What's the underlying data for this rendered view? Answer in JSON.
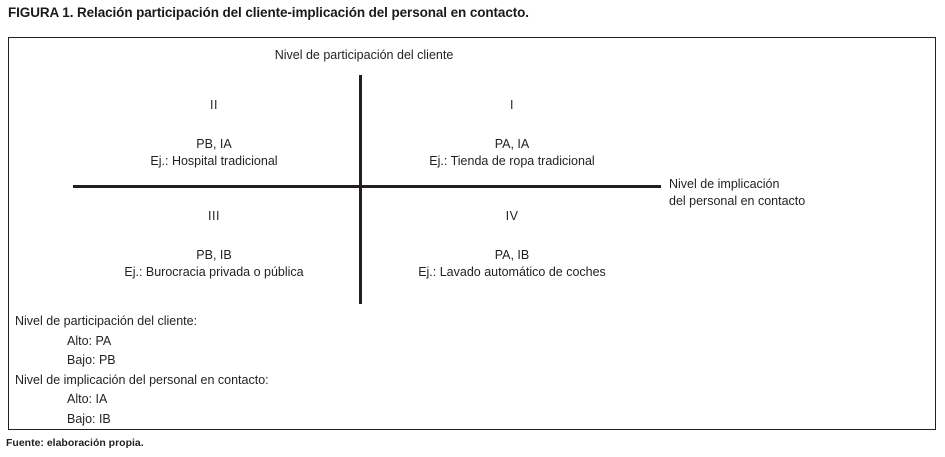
{
  "figure": {
    "caption": "FIGURA 1. Relación participación del cliente-implicación del personal en contacto.",
    "source_note": "Fuente: elaboración propia."
  },
  "axes": {
    "top_label": "Nivel de participación del cliente",
    "right_label_line1": "Nivel de implicación",
    "right_label_line2": "del personal en contacto"
  },
  "quadrants": [
    {
      "roman": "II",
      "codes": "PB, IA",
      "example": "Ej.: Hospital tradicional"
    },
    {
      "roman": "I",
      "codes": "PA, IA",
      "example": "Ej.: Tienda de ropa tradicional"
    },
    {
      "roman": "III",
      "codes": "PB, IB",
      "example": "Ej.: Burocracia privada o pública"
    },
    {
      "roman": "IV",
      "codes": "PA, IB",
      "example": "Ej.: Lavado automático de coches"
    }
  ],
  "legend": {
    "group1_heading": "Nivel de participación del cliente:",
    "group1_high": "Alto: PA",
    "group1_low": "Bajo: PB",
    "group2_heading": "Nivel de implicación del personal en contacto:",
    "group2_high": "Alto: IA",
    "group2_low": "Bajo: IB"
  },
  "colors": {
    "ink": "#231f20",
    "background": "#ffffff"
  }
}
